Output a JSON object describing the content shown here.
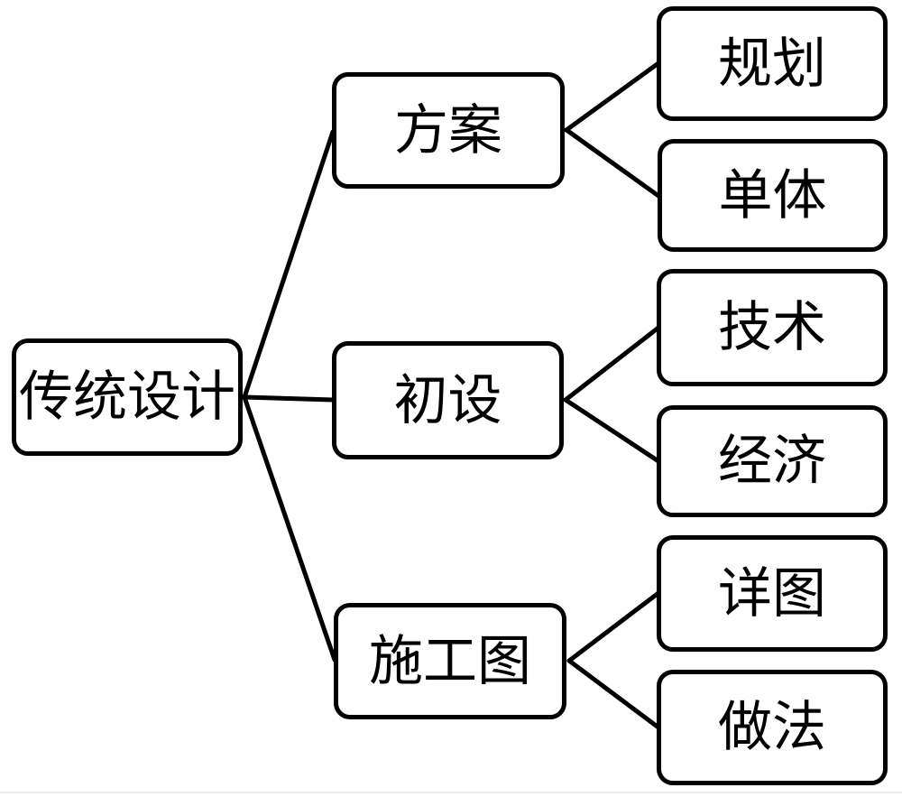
{
  "diagram": {
    "type": "tree",
    "direction": "left-to-right",
    "root": {
      "label": "传统设计"
    },
    "branches": [
      {
        "label": "方案",
        "children": [
          {
            "label": "规划"
          },
          {
            "label": "单体"
          }
        ]
      },
      {
        "label": "初设",
        "children": [
          {
            "label": "技术"
          },
          {
            "label": "经济"
          }
        ]
      },
      {
        "label": "施工图",
        "children": [
          {
            "label": "详图"
          },
          {
            "label": "做法"
          }
        ]
      }
    ]
  },
  "colors": {
    "stroke": "#000000",
    "node_fill": "#ffffff",
    "background": "#ffffff",
    "bottom_rule": "#ebedf0"
  }
}
